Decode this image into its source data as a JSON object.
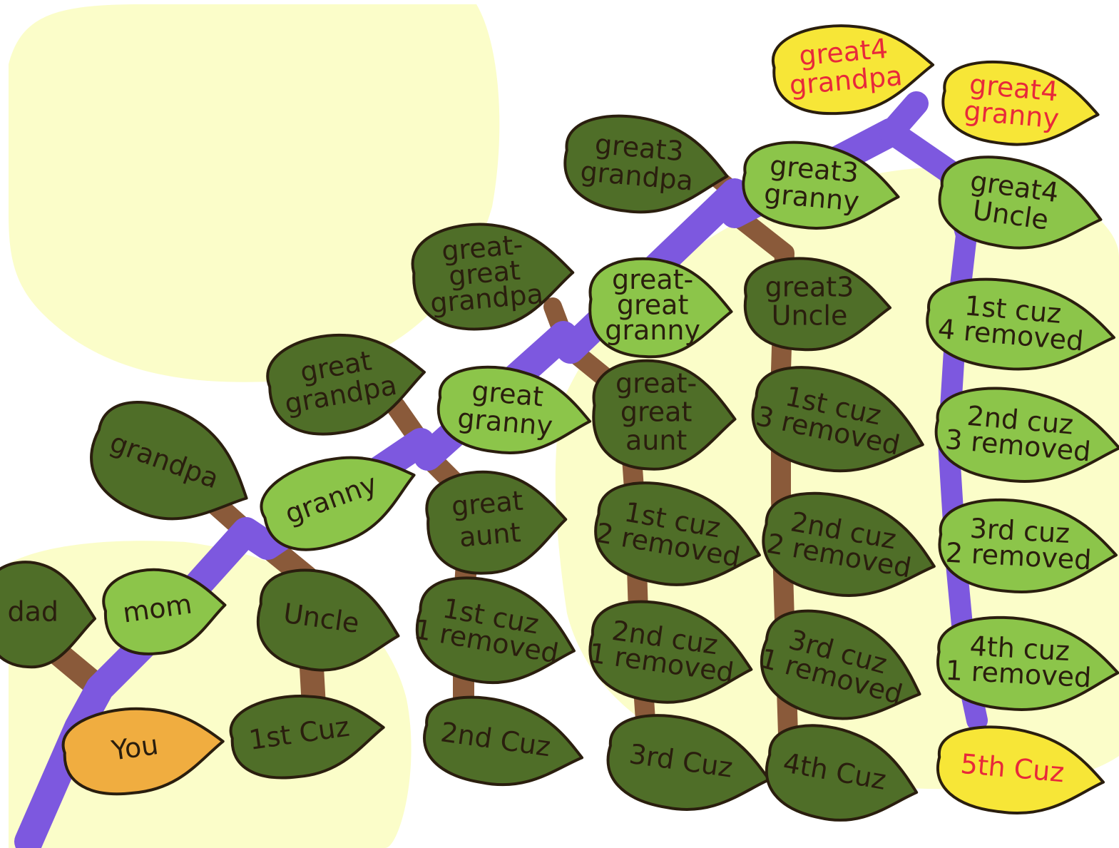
{
  "colors": {
    "blob": "#fbfdc9",
    "purple": "#7d58df",
    "brown": "#8a5a3a",
    "outline": "#2a1e0e",
    "dark_leaf": "#4f6e28",
    "light_leaf": "#8cc54a",
    "you_leaf": "#f0ad40",
    "highlight_leaf": "#f7e637",
    "dark_text": "#2a1e0e",
    "highlight_text": "#e8293a"
  },
  "leaves": [
    {
      "id": "dad",
      "kind": "dark",
      "lines": [
        "dad"
      ]
    },
    {
      "id": "mom",
      "kind": "light",
      "lines": [
        "mom"
      ]
    },
    {
      "id": "you",
      "kind": "you",
      "lines": [
        "You"
      ]
    },
    {
      "id": "grandpa",
      "kind": "dark",
      "lines": [
        "grandpa"
      ]
    },
    {
      "id": "granny",
      "kind": "light",
      "lines": [
        "granny"
      ]
    },
    {
      "id": "uncle",
      "kind": "dark",
      "lines": [
        "Uncle"
      ]
    },
    {
      "id": "cuz-1",
      "kind": "dark",
      "lines": [
        "1st Cuz"
      ]
    },
    {
      "id": "great-grandpa",
      "kind": "dark",
      "lines": [
        "great",
        "grandpa"
      ]
    },
    {
      "id": "great-granny",
      "kind": "light",
      "lines": [
        "great",
        "granny"
      ]
    },
    {
      "id": "great-aunt",
      "kind": "dark",
      "lines": [
        "great",
        "aunt"
      ]
    },
    {
      "id": "cuz-1-1r",
      "kind": "dark",
      "lines": [
        "1st cuz",
        "1 removed"
      ]
    },
    {
      "id": "cuz-2",
      "kind": "dark",
      "lines": [
        "2nd Cuz"
      ]
    },
    {
      "id": "gg-grandpa",
      "kind": "dark",
      "lines": [
        "great-",
        "great",
        "grandpa"
      ]
    },
    {
      "id": "gg-granny",
      "kind": "light",
      "lines": [
        "great-",
        "great",
        "granny"
      ]
    },
    {
      "id": "gg-aunt",
      "kind": "dark",
      "lines": [
        "great-",
        "great",
        "aunt"
      ]
    },
    {
      "id": "cuz-1-2r",
      "kind": "dark",
      "lines": [
        "1st cuz",
        "2 removed"
      ]
    },
    {
      "id": "cuz-2-1r",
      "kind": "dark",
      "lines": [
        "2nd cuz",
        "1 removed"
      ]
    },
    {
      "id": "cuz-3",
      "kind": "dark",
      "lines": [
        "3rd Cuz"
      ]
    },
    {
      "id": "great3-grandpa",
      "kind": "dark",
      "lines": [
        "great3",
        "grandpa"
      ]
    },
    {
      "id": "great3-granny",
      "kind": "light",
      "lines": [
        "great3",
        "granny"
      ]
    },
    {
      "id": "great3-uncle",
      "kind": "dark",
      "lines": [
        "great3",
        "Uncle"
      ]
    },
    {
      "id": "cuz-1-3r",
      "kind": "dark",
      "lines": [
        "1st cuz",
        "3 removed"
      ]
    },
    {
      "id": "cuz-2-2r",
      "kind": "dark",
      "lines": [
        "2nd cuz",
        "2 removed"
      ]
    },
    {
      "id": "cuz-3-1r",
      "kind": "dark",
      "lines": [
        "3rd cuz",
        "1 removed"
      ]
    },
    {
      "id": "cuz-4",
      "kind": "dark",
      "lines": [
        "4th Cuz"
      ]
    },
    {
      "id": "great4-grandpa",
      "kind": "highlight",
      "lines": [
        "great4",
        "grandpa"
      ]
    },
    {
      "id": "great4-granny",
      "kind": "highlight",
      "lines": [
        "great4",
        "granny"
      ]
    },
    {
      "id": "great4-uncle",
      "kind": "light",
      "lines": [
        "great4",
        "Uncle"
      ]
    },
    {
      "id": "cuz-1-4r",
      "kind": "light",
      "lines": [
        "1st cuz",
        "4 removed"
      ]
    },
    {
      "id": "cuz-2-3r",
      "kind": "light",
      "lines": [
        "2nd cuz",
        "3 removed"
      ]
    },
    {
      "id": "cuz-3-2r",
      "kind": "light",
      "lines": [
        "3rd cuz",
        "2 removed"
      ]
    },
    {
      "id": "cuz-4-1r",
      "kind": "light",
      "lines": [
        "4th cuz",
        "1 removed"
      ]
    },
    {
      "id": "cuz-5",
      "kind": "highlight",
      "lines": [
        "5th Cuz"
      ]
    }
  ]
}
